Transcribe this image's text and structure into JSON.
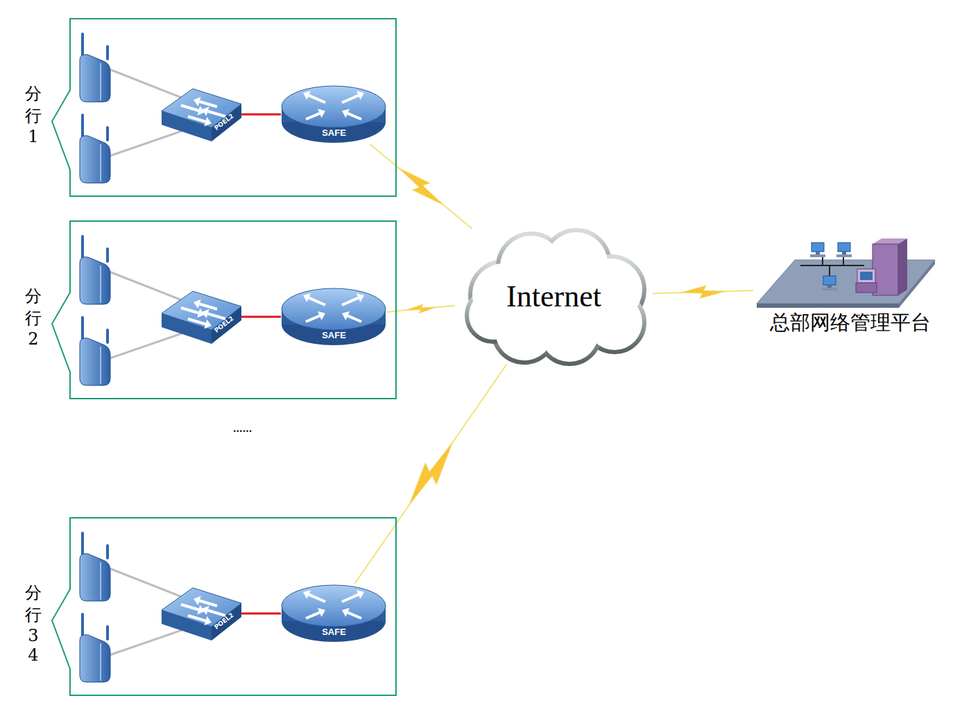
{
  "diagram": {
    "nodes": [
      {
        "text": [
          "分行1"
        ]
      },
      {
        "text": [
          "POEL2"
        ],
        "in": 0
      },
      {
        "text": [
          "SAFE"
        ],
        "in": 0
      },
      {
        "text": [
          "分行2"
        ]
      },
      {
        "text": [
          "POEL2"
        ],
        "in": 3
      },
      {
        "text": [
          "SAFE"
        ],
        "in": 3
      },
      {
        "text": [
          "分行34"
        ]
      },
      {
        "text": [
          "POEL2"
        ],
        "in": 6
      },
      {
        "text": [
          "SAFE"
        ],
        "in": 6
      },
      {
        "text": [
          "Internet"
        ]
      },
      {
        "text": [
          "总部网络管理平台"
        ]
      }
    ],
    "edges": [
      {
        "from": 1,
        "to": 2,
        "arrow": "none"
      },
      {
        "from": 4,
        "to": 5,
        "arrow": "none"
      },
      {
        "from": 7,
        "to": 8,
        "arrow": "none"
      },
      {
        "from": 2,
        "to": 9,
        "arrow": "none"
      },
      {
        "from": 5,
        "to": 9,
        "arrow": "none"
      },
      {
        "from": 8,
        "to": 9,
        "arrow": "none"
      },
      {
        "from": 9,
        "to": 10,
        "arrow": "none"
      }
    ],
    "labels": [
      "......"
    ]
  }
}
